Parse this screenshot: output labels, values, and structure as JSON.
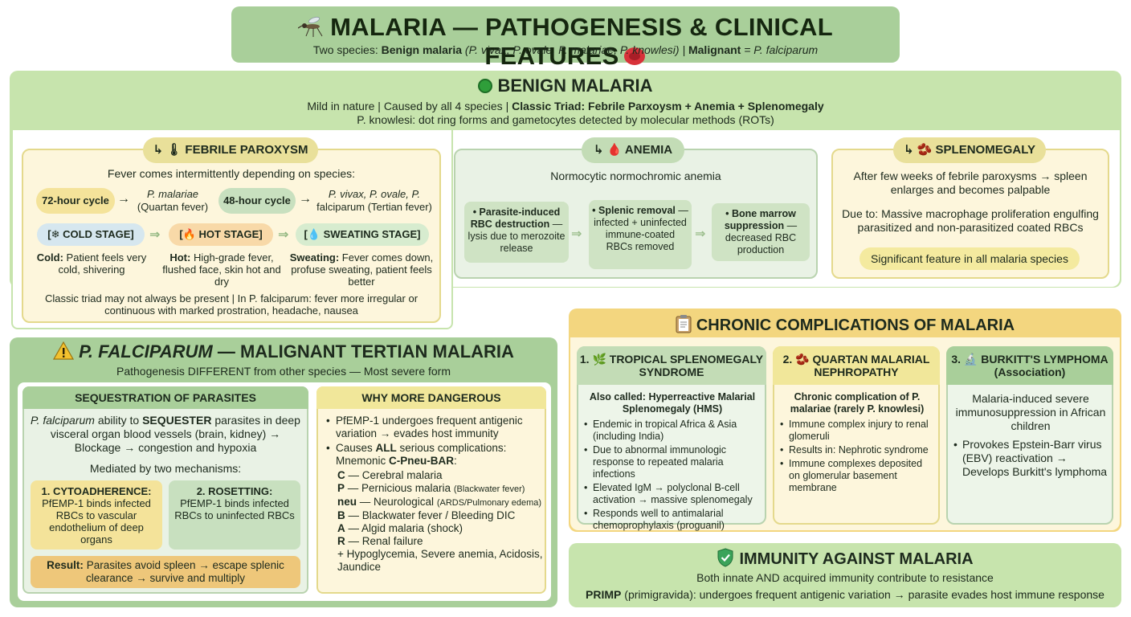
{
  "title": {
    "text": "MALARIA — PATHOGENESIS & CLINICAL FEATURES",
    "sub_prefix": "Two species: ",
    "sub_benign_bold": "Benign malaria",
    "sub_benign_species": " (P. vivax, P. ovale, P. malariae, P. knowlesi) | ",
    "sub_malig_bold": "Malignant",
    "sub_malig_species": " = P. falciparum",
    "icon_left": "mosquito-icon",
    "icon_right": "red-blood-cell-icon"
  },
  "benign": {
    "title": "BENIGN MALARIA",
    "icon": "green-circle-icon",
    "sub1_plain": "Mild in nature | Caused by all 4 species | ",
    "sub1_bold": "Classic Triad: Febrile Parxoysm + Anemia + Splenomegaly",
    "sub2": "P. knowlesi: dot ring forms and gametocytes detected by molecular methods (ROTs)",
    "febrile": {
      "head": "↳ 🌡 FEBRILE PAROXYSM",
      "intro": "Fever comes intermittently depending on species:",
      "cycle72": "72-hour cycle",
      "cycle72_desc1": "P. malariae",
      "cycle72_desc2": "(Quartan fever)",
      "cycle48": "48-hour cycle",
      "cycle48_desc1": "P. vivax, P. ovale, P.",
      "cycle48_desc2": "falciparum (Tertian fever)",
      "arrow": "→",
      "stage_arrow": "⇒",
      "cold_label": "[❄ COLD STAGE]",
      "hot_label": "[🔥 HOT STAGE]",
      "sweat_label": "[💧 SWEATING STAGE]",
      "cold_bold": "Cold:",
      "cold_text": " Patient feels very cold, shivering",
      "hot_bold": "Hot:",
      "hot_text": " High-grade fever, flushed face, skin hot and dry",
      "sweat_bold": "Sweating:",
      "sweat_text": " Fever comes down, profuse sweating, patient feels better",
      "note": "Classic triad may not always be present | In P. falciparum: fever more irregular or continuous with marked prostration, headache, nausea"
    },
    "anemia": {
      "head": "↳ 🩸 ANEMIA",
      "intro": "Normocytic normochromic anemia",
      "b1_bold": "• Parasite-induced RBC destruction",
      "b1_text": " — lysis due to merozoite release",
      "b2_bold": "• Splenic removal",
      "b2_text": " — infected + uninfected immune-coated RBCs removed",
      "b3_bold": "• Bone marrow suppression",
      "b3_text": " — decreased RBC production",
      "arrow": "⇒"
    },
    "spleno": {
      "head": "↳ 🫘 SPLENOMEGALY",
      "t1": "After few weeks of febrile paroxysms → spleen enlarges and becomes palpable",
      "t2": "Due to: Massive macrophage proliferation engulfing parasitized and non-parasitized coated RBCs",
      "pill": "Significant feature in all malaria species"
    }
  },
  "falciparum": {
    "icon": "warning-icon",
    "title_italic": "P. FALCIPARUM",
    "title_rest": " — MALIGNANT TERTIAN MALARIA",
    "sub": "Pathogenesis DIFFERENT from other species — Most severe form",
    "seq": {
      "head": "SEQUESTRATION OF PARASITES",
      "t1_a": "P. falciparum",
      "t1_b": " ability to ",
      "t1_c": "SEQUESTER",
      "t1_d": " parasites in deep visceral organ blood vessels (brain, kidney) → Blockage → congestion and hypoxia",
      "t2": "Mediated by two mechanisms:",
      "m1_bold": "1. CYTOADHERENCE:",
      "m1_text": "PfEMP-1 binds infected RBCs to vascular endothelium of deep organs",
      "m2_bold": "2. ROSETTING:",
      "m2_text": "PfEMP-1 binds infected RBCs to uninfected RBCs",
      "result_bold": "Result:",
      "result_text": " Parasites avoid spleen → escape splenic clearance → survive and multiply"
    },
    "why": {
      "head": "WHY MORE DANGEROUS",
      "b1": "PfEMP-1 undergoes frequent antigenic variation → evades host immunity",
      "b2_a": "Causes ",
      "b2_b": "ALL",
      "b2_c": " serious complications: Mnemonic ",
      "b2_d": "C-Pneu-BAR",
      "b2_e": ":",
      "mnemonic": [
        {
          "letter": "C",
          "text": " — Cerebral malaria",
          "small": ""
        },
        {
          "letter": "P",
          "text": " — Pernicious malaria ",
          "small": "(Blackwater fever)"
        },
        {
          "letter": "neu",
          "text": " — Neurological ",
          "small": "(ARDS/Pulmonary edema)"
        },
        {
          "letter": "B",
          "text": " — Blackwater fever / Bleeding DIC",
          "small": ""
        },
        {
          "letter": "A",
          "text": " — Algid malaria (shock)",
          "small": ""
        },
        {
          "letter": "R",
          "text": " — Renal failure",
          "small": ""
        }
      ],
      "extra": "+ Hypoglycemia, Severe anemia, Acidosis, Jaundice"
    }
  },
  "chronic": {
    "icon": "clipboard-icon",
    "title": "CHRONIC COMPLICATIONS OF MALARIA",
    "c1": {
      "head": "1. 🌿 TROPICAL SPLENOMEGALY SYNDROME",
      "lead": "Also called: Hyperreactive Malarial Splenomegaly (HMS)",
      "bullets": [
        "Endemic in tropical Africa & Asia (including India)",
        "Due to abnormal immunologic response to repeated malaria infections",
        "Elevated IgM → polyclonal B-cell activation → massive splenomegaly",
        "Responds well to antimalarial chemoprophylaxis (proguanil)"
      ]
    },
    "c2": {
      "head": "2. 🫘 QUARTAN MALARIAL NEPHROPATHY",
      "lead": "Chronic complication of P. malariae (rarely P. knowlesi)",
      "bullets": [
        "Immune complex injury to renal glomeruli",
        "Results in: Nephrotic syndrome",
        "Immune complexes deposited on glomerular basement membrane"
      ]
    },
    "c3": {
      "head": "3. 🔬 BURKITT'S LYMPHOMA (Association)",
      "lead": "Malaria-induced severe immunosuppression in African children",
      "bullets": [
        "Provokes Epstein-Barr virus (EBV) reactivation → Develops Burkitt's lymphoma"
      ]
    }
  },
  "immunity": {
    "icon": "shield-check-icon",
    "title": "IMMUNITY AGAINST MALARIA",
    "t1": "Both innate AND acquired immunity contribute to resistance",
    "t2_bold": "PRIMP",
    "t2_text": " (primigravida): undergoes frequent antigenic variation → parasite evades host immune response"
  },
  "colors": {
    "green_dark": "#a9cf9a",
    "green_light": "#c7e4ad",
    "yellow": "#f3d67f",
    "cream": "#fdf6dc"
  }
}
